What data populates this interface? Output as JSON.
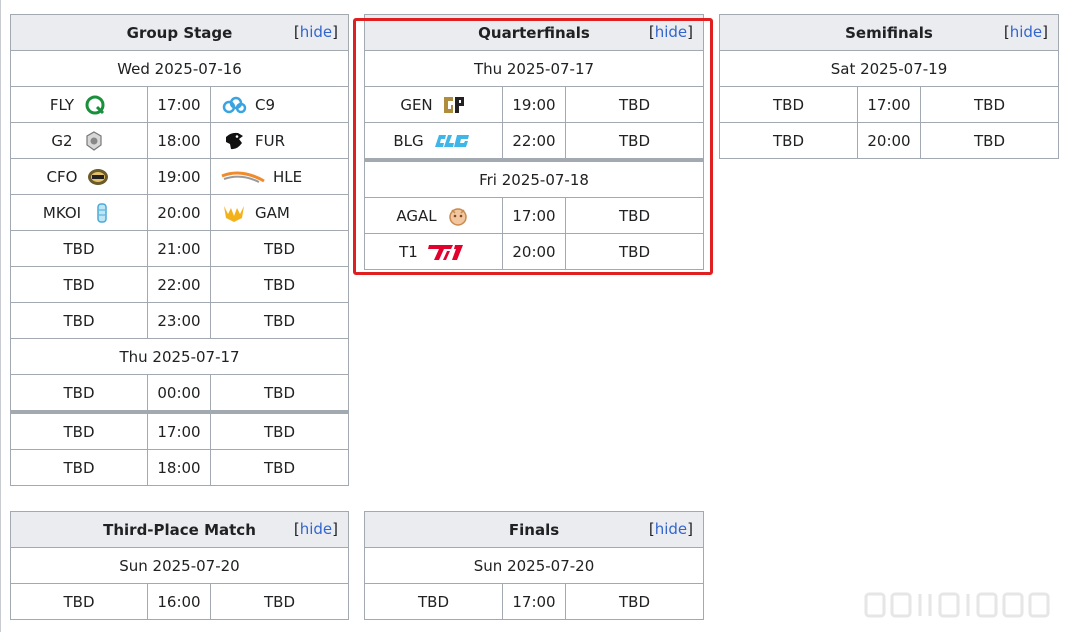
{
  "hide_label": "hide",
  "group_stage": {
    "title": "Group Stage",
    "days": [
      {
        "date": "Wed 2025-07-16",
        "matches": [
          {
            "t1": "FLY",
            "t1_logo": "flyquest-logo",
            "time": "17:00",
            "t2": "C9",
            "t2_logo": "cloud9-logo"
          },
          {
            "t1": "G2",
            "t1_logo": "g2-logo",
            "time": "18:00",
            "t2": "FUR",
            "t2_logo": "furia-logo"
          },
          {
            "t1": "CFO",
            "t1_logo": "cfo-logo",
            "time": "19:00",
            "t2": "HLE",
            "t2_logo": "hanwha-logo"
          },
          {
            "t1": "MKOI",
            "t1_logo": "movistar-koi-logo",
            "time": "20:00",
            "t2": "GAM",
            "t2_logo": "gam-logo"
          },
          {
            "t1": "TBD",
            "time": "21:00",
            "t2": "TBD"
          },
          {
            "t1": "TBD",
            "time": "22:00",
            "t2": "TBD"
          },
          {
            "t1": "TBD",
            "time": "23:00",
            "t2": "TBD"
          }
        ]
      },
      {
        "date": "Thu 2025-07-17",
        "matches": [
          {
            "t1": "TBD",
            "time": "00:00",
            "t2": "TBD"
          },
          {
            "t1": "TBD",
            "time": "17:00",
            "t2": "TBD"
          },
          {
            "t1": "TBD",
            "time": "18:00",
            "t2": "TBD"
          }
        ]
      }
    ]
  },
  "quarterfinals": {
    "title": "Quarterfinals",
    "days": [
      {
        "date": "Thu 2025-07-17",
        "matches": [
          {
            "t1": "GEN",
            "t1_logo": "gen-g-logo",
            "time": "19:00",
            "t2": "TBD"
          },
          {
            "t1": "BLG",
            "t1_logo": "blg-logo",
            "time": "22:00",
            "t2": "TBD"
          }
        ]
      },
      {
        "date": "Fri 2025-07-18",
        "matches": [
          {
            "t1": "AGAL",
            "t1_logo": "agal-logo",
            "time": "17:00",
            "t2": "TBD"
          },
          {
            "t1": "T1",
            "t1_logo": "t1-logo",
            "time": "20:00",
            "t2": "TBD"
          }
        ]
      }
    ]
  },
  "semifinals": {
    "title": "Semifinals",
    "date": "Sat 2025-07-19",
    "matches": [
      {
        "t1": "TBD",
        "time": "17:00",
        "t2": "TBD"
      },
      {
        "t1": "TBD",
        "time": "20:00",
        "t2": "TBD"
      }
    ]
  },
  "third_place": {
    "title": "Third-Place Match",
    "date": "Sun 2025-07-20",
    "match": {
      "t1": "TBD",
      "time": "16:00",
      "t2": "TBD"
    }
  },
  "finals": {
    "title": "Finals",
    "date": "Sun 2025-07-20",
    "match": {
      "t1": "TBD",
      "time": "17:00",
      "t2": "TBD"
    }
  },
  "colors": {
    "highlight": "#e02020",
    "header_bg": "#eaecf0",
    "border": "#a2a9b1",
    "link": "#3366cc"
  }
}
